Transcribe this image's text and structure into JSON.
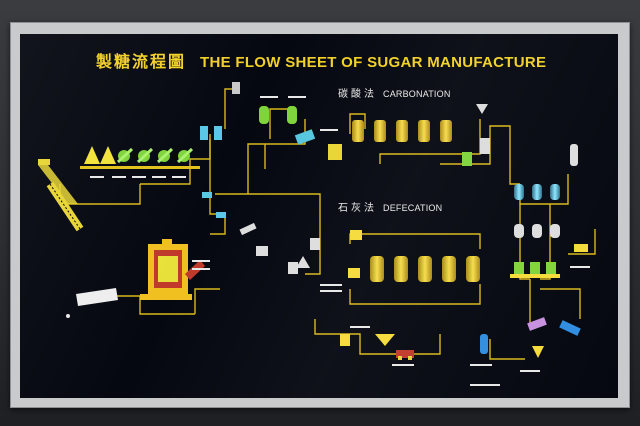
{
  "title": {
    "zh": "製糖流程圖",
    "en": "THE FLOW SHEET OF SUGAR MANUFACTURE"
  },
  "sections": {
    "carbonation": {
      "zh": "碳酸法",
      "en": "CARBONATION"
    },
    "defecation": {
      "zh": "石灰法",
      "en": "DEFECATION"
    }
  },
  "colors": {
    "panel": "#050810",
    "title": "#f2d027",
    "pipe": "#e3c21a",
    "mill": "#f2e23a",
    "cane": "#7fd43b",
    "carbonation_tank": "#f3c23b",
    "defecation_tank": "#f5dc3a",
    "clarifier": "#57c6e0",
    "furnace": "#f0c020",
    "crystallizer": "#2f8de0",
    "sugar_out": "#c890e0",
    "small_label": "#e8e8e8"
  },
  "icons": [
    "mill-roller-icon",
    "cane-carrier-icon",
    "boiler-furnace-icon",
    "carbonation-tank-icon",
    "defecation-tank-icon",
    "filter-press-icon",
    "evaporator-icon",
    "vacuum-pan-icon",
    "centrifugal-icon",
    "sugar-bin-icon"
  ]
}
